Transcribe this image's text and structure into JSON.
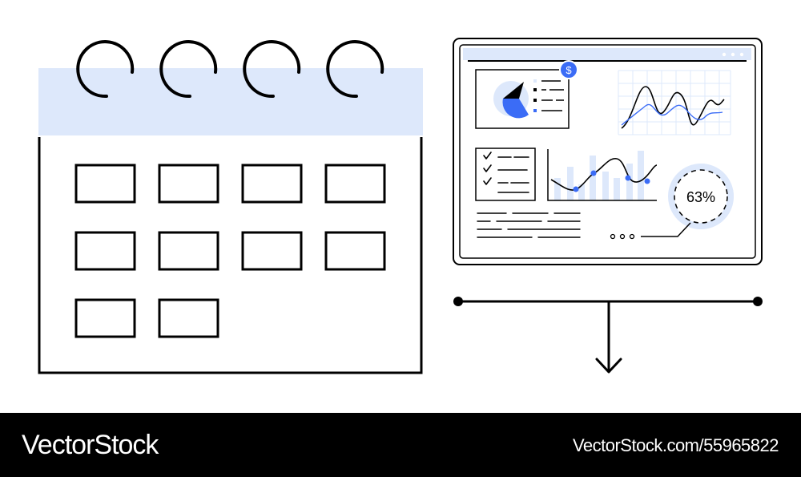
{
  "illustration": {
    "progress_label": "63%",
    "progress_fraction": 0.63,
    "currency_symbol": "$",
    "more_dots": "ooo",
    "accent_color": "#3b6cf6",
    "light_accent_color": "#dde8fb",
    "stroke_color": "#000000",
    "icons": [
      "calendar-icon",
      "dashboard-monitor-icon",
      "dollar-badge-icon",
      "checklist-icon",
      "pie-chart-icon",
      "line-chart-icon",
      "donut-progress-icon",
      "arrow-down-icon"
    ]
  },
  "footer": {
    "brand": "VectorStock",
    "image_ref": "VectorStock.com/55965822",
    "background_color": "#000000",
    "text_color": "#ffffff"
  }
}
